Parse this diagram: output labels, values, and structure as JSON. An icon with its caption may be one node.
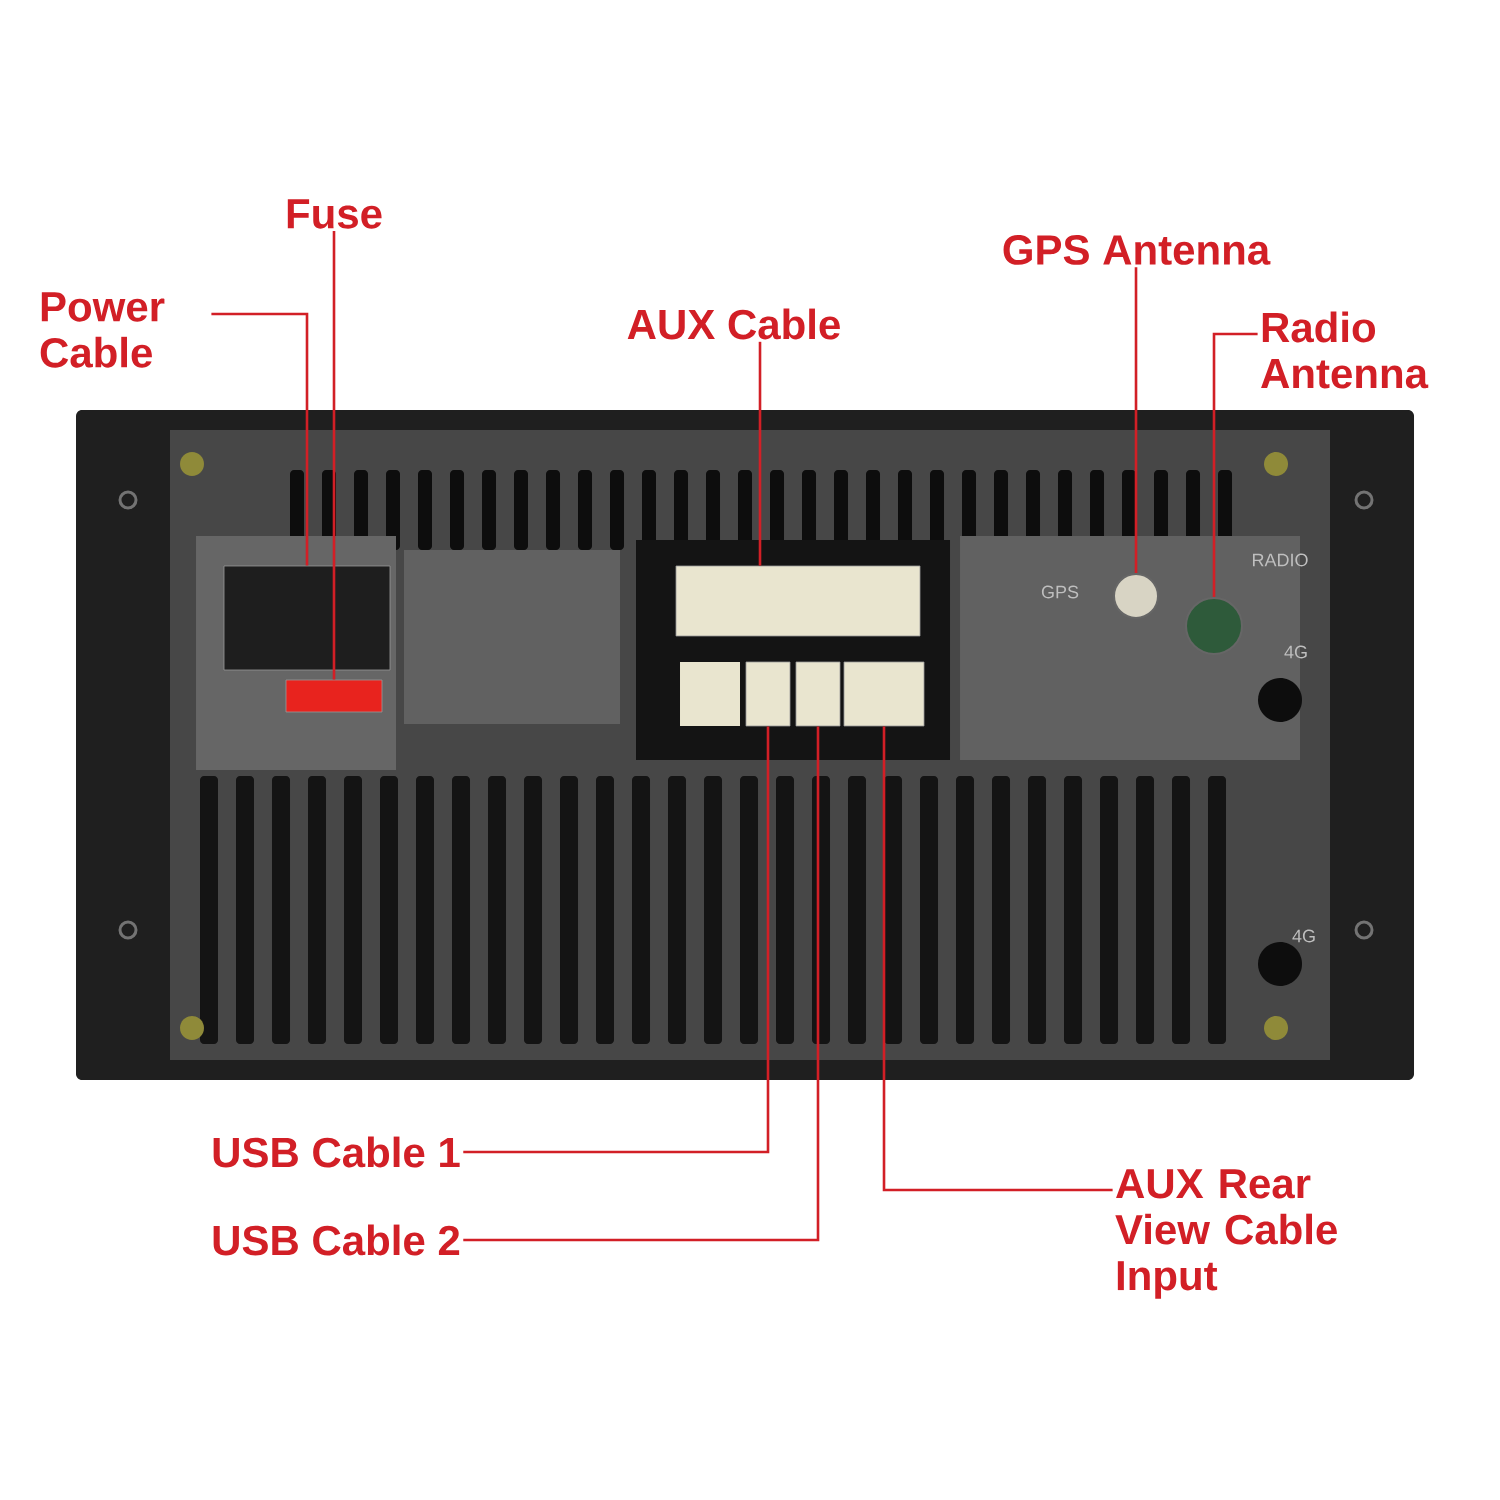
{
  "diagram": {
    "nodes": [
      {
        "text": [
          "Power Cable"
        ]
      },
      {
        "text": [
          "Fuse"
        ]
      },
      {
        "text": [
          "AUX Cable"
        ]
      },
      {
        "text": [
          "GPS Antenna"
        ]
      },
      {
        "text": [
          "Radio Antenna"
        ]
      },
      {
        "text": [
          "USB Cable 1"
        ]
      },
      {
        "text": [
          "USB Cable 2"
        ]
      },
      {
        "text": [
          "AUX Rear View Cable Input"
        ]
      },
      {
        "text": [],
        "shape": "box"
      },
      {
        "text": [],
        "shape": "box"
      },
      {
        "text": [],
        "shape": "box"
      },
      {
        "text": [],
        "shape": "circle"
      },
      {
        "text": [],
        "shape": "circle"
      },
      {
        "text": [],
        "shape": "box"
      },
      {
        "text": [],
        "shape": "box"
      },
      {
        "text": [],
        "shape": "box"
      }
    ],
    "edges": [
      {
        "from": 0,
        "to": 8,
        "arrow": "none"
      },
      {
        "from": 1,
        "to": 9,
        "arrow": "none"
      },
      {
        "from": 2,
        "to": 10,
        "arrow": "none"
      },
      {
        "from": 3,
        "to": 11,
        "arrow": "none"
      },
      {
        "from": 4,
        "to": 12,
        "arrow": "none"
      },
      {
        "from": 5,
        "to": 13,
        "arrow": "none"
      },
      {
        "from": 6,
        "to": 14,
        "arrow": "none"
      },
      {
        "from": 7,
        "to": 15,
        "arrow": "none"
      }
    ],
    "labels": [
      "GPS",
      "RADIO",
      "4G",
      "4G"
    ]
  }
}
